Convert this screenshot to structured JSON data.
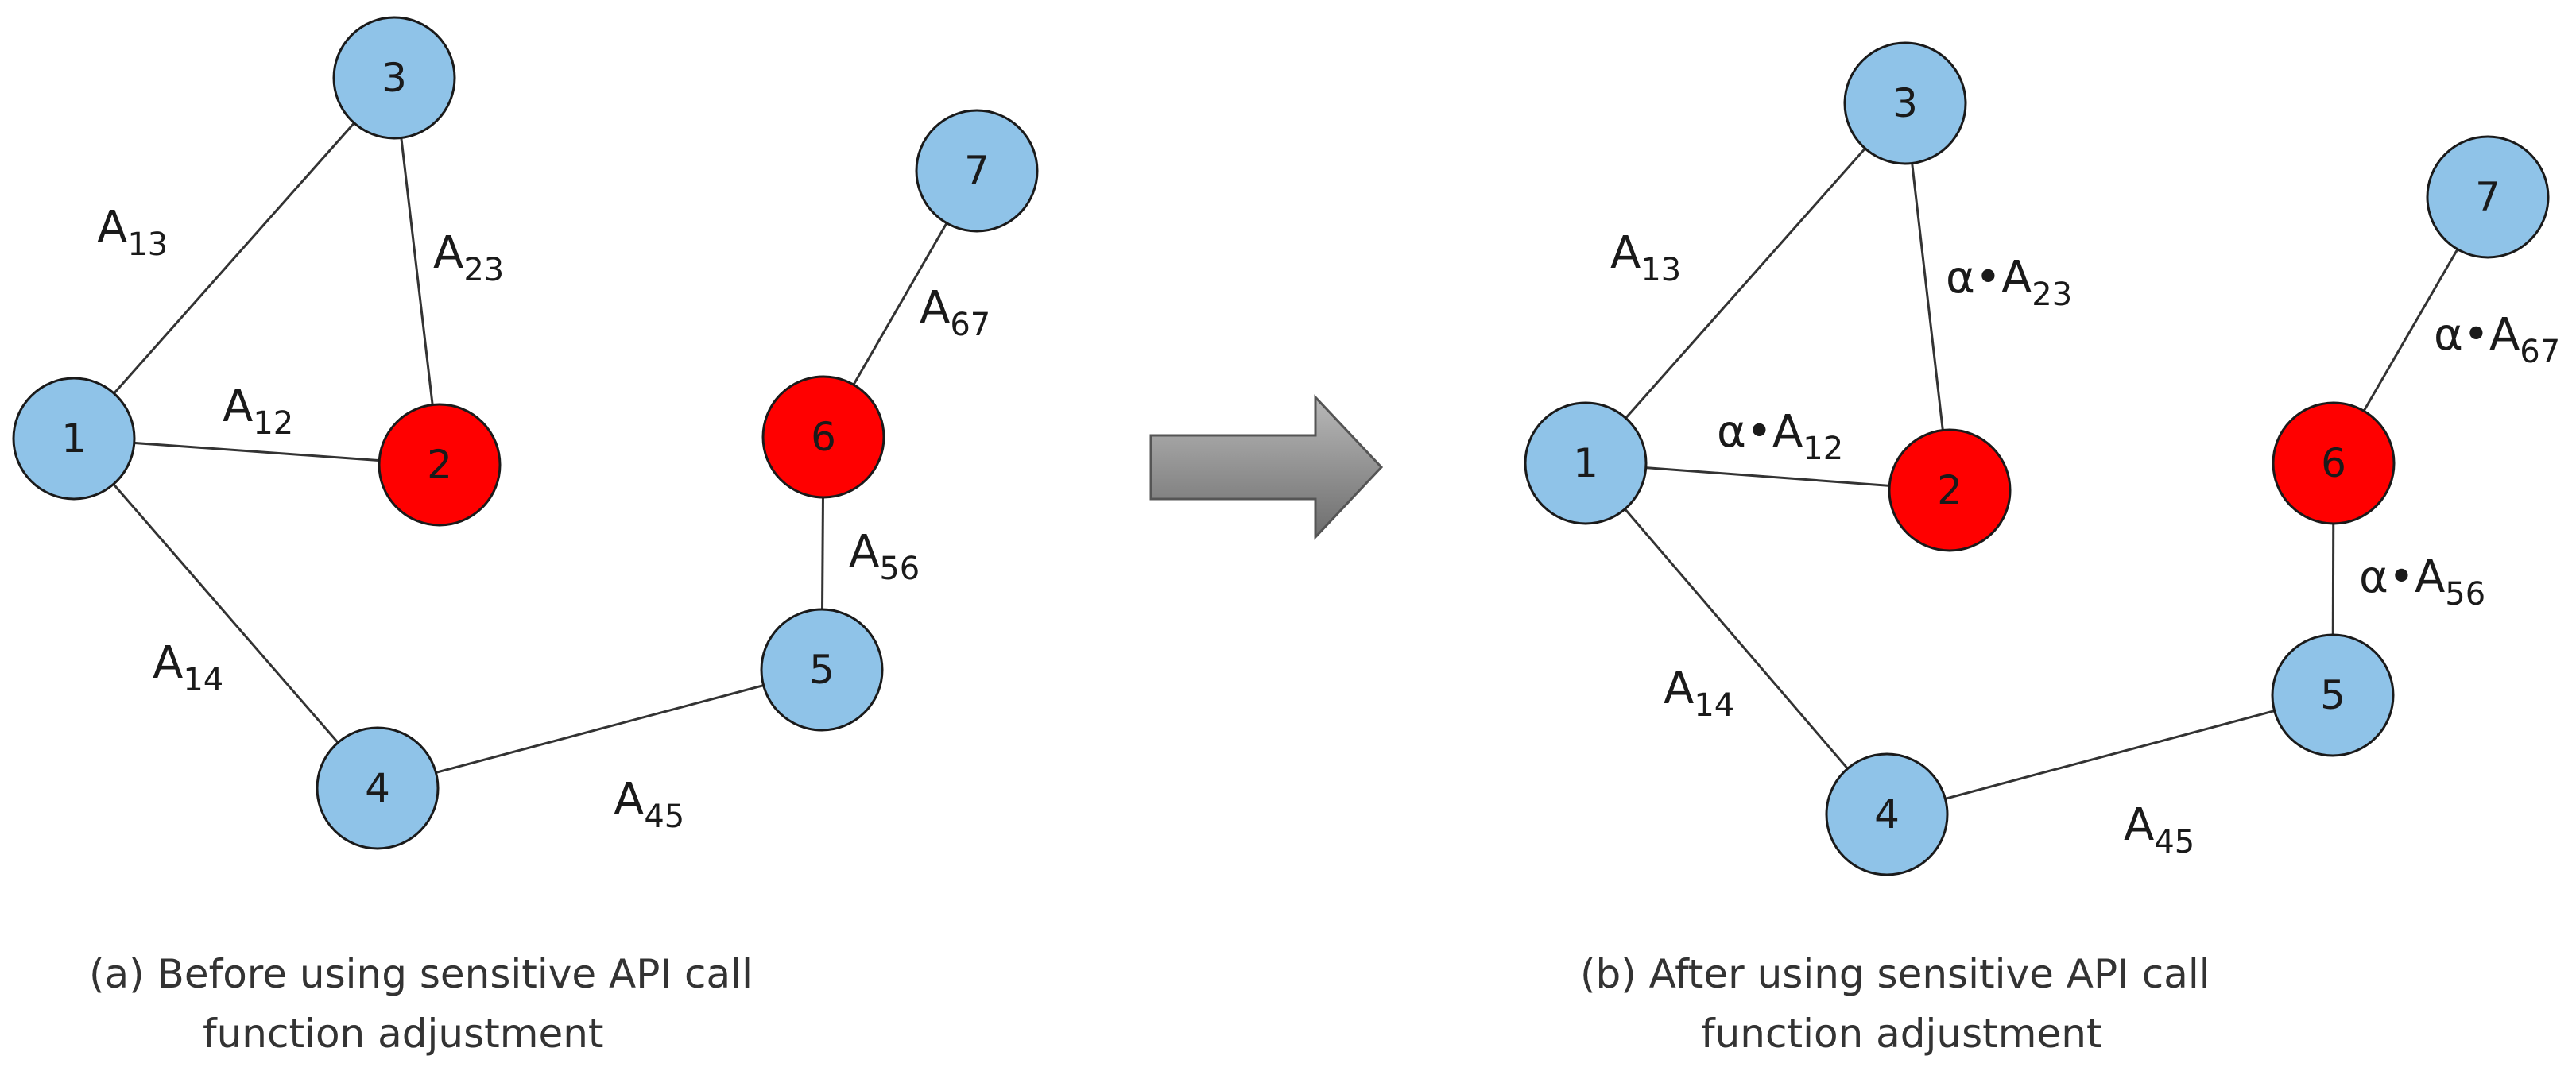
{
  "colors": {
    "normal_node": "#8fc3e8",
    "sensitive_node": "#ff0000",
    "node_stroke": "#1a1a1a",
    "edge": "#333333",
    "arrow_light": "#b8b8b8",
    "arrow_dark": "#6e6e6e"
  },
  "panels": [
    {
      "id": "before",
      "caption": [
        "(a) Before using sensitive API call",
        "function adjustment"
      ],
      "nodes": [
        {
          "id": "1",
          "label": "1",
          "type": "normal"
        },
        {
          "id": "2",
          "label": "2",
          "type": "sensitive"
        },
        {
          "id": "3",
          "label": "3",
          "type": "normal"
        },
        {
          "id": "4",
          "label": "4",
          "type": "normal"
        },
        {
          "id": "5",
          "label": "5",
          "type": "normal"
        },
        {
          "id": "6",
          "label": "6",
          "type": "sensitive"
        },
        {
          "id": "7",
          "label": "7",
          "type": "normal"
        }
      ],
      "edges": [
        {
          "from": "1",
          "to": "3",
          "label": {
            "prefix": "",
            "base": "A",
            "sub": "13"
          }
        },
        {
          "from": "3",
          "to": "2",
          "label": {
            "prefix": "",
            "base": "A",
            "sub": "23"
          }
        },
        {
          "from": "1",
          "to": "2",
          "label": {
            "prefix": "",
            "base": "A",
            "sub": "12"
          }
        },
        {
          "from": "1",
          "to": "4",
          "label": {
            "prefix": "",
            "base": "A",
            "sub": "14"
          }
        },
        {
          "from": "4",
          "to": "5",
          "label": {
            "prefix": "",
            "base": "A",
            "sub": "45"
          }
        },
        {
          "from": "5",
          "to": "6",
          "label": {
            "prefix": "",
            "base": "A",
            "sub": "56"
          }
        },
        {
          "from": "6",
          "to": "7",
          "label": {
            "prefix": "",
            "base": "A",
            "sub": "67"
          }
        }
      ]
    },
    {
      "id": "after",
      "caption": [
        "(b) After using sensitive API call",
        "function adjustment"
      ],
      "nodes": [
        {
          "id": "1",
          "label": "1",
          "type": "normal"
        },
        {
          "id": "2",
          "label": "2",
          "type": "sensitive"
        },
        {
          "id": "3",
          "label": "3",
          "type": "normal"
        },
        {
          "id": "4",
          "label": "4",
          "type": "normal"
        },
        {
          "id": "5",
          "label": "5",
          "type": "normal"
        },
        {
          "id": "6",
          "label": "6",
          "type": "sensitive"
        },
        {
          "id": "7",
          "label": "7",
          "type": "normal"
        }
      ],
      "edges": [
        {
          "from": "1",
          "to": "3",
          "label": {
            "prefix": "",
            "base": "A",
            "sub": "13"
          }
        },
        {
          "from": "3",
          "to": "2",
          "label": {
            "prefix": "α•",
            "base": "A",
            "sub": "23"
          }
        },
        {
          "from": "1",
          "to": "2",
          "label": {
            "prefix": "α•",
            "base": "A",
            "sub": "12"
          }
        },
        {
          "from": "1",
          "to": "4",
          "label": {
            "prefix": "",
            "base": "A",
            "sub": "14"
          }
        },
        {
          "from": "4",
          "to": "5",
          "label": {
            "prefix": "",
            "base": "A",
            "sub": "45"
          }
        },
        {
          "from": "5",
          "to": "6",
          "label": {
            "prefix": "α•",
            "base": "A",
            "sub": "56"
          }
        },
        {
          "from": "6",
          "to": "7",
          "label": {
            "prefix": "α•",
            "base": "A",
            "sub": "67"
          }
        }
      ]
    }
  ]
}
